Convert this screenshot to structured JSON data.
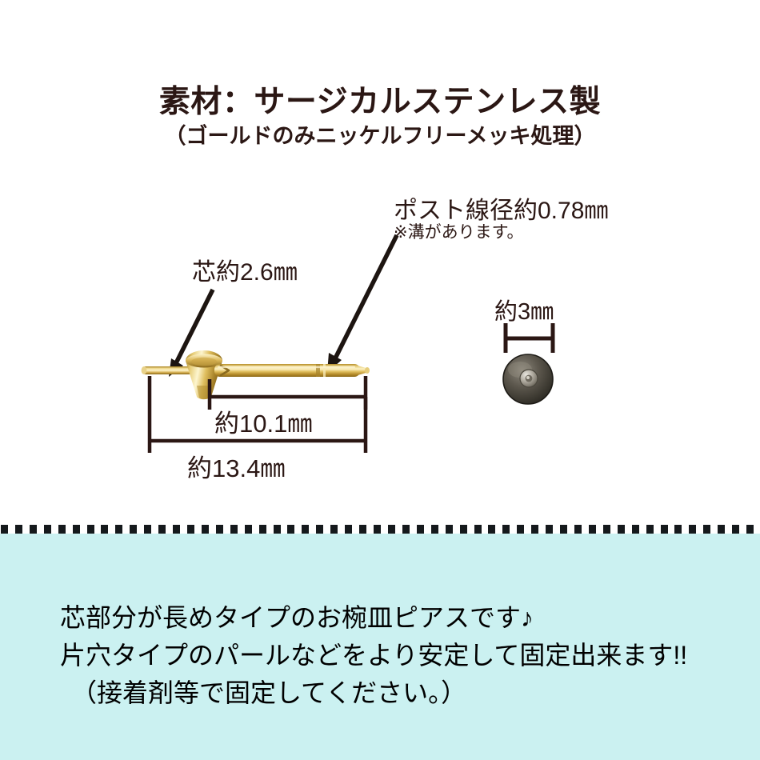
{
  "header": {
    "title": "素材：サージカルステンレス製",
    "subtitle": "（ゴールドのみニッケルフリーメッキ処理）"
  },
  "diagram": {
    "labels": {
      "post_diameter": "ポスト線径約0.78㎜",
      "post_note": "※溝があります。",
      "core_length": "芯約2.6㎜",
      "back_diameter": "約3㎜",
      "post_length": "約10.1㎜",
      "total_length": "約13.4㎜"
    },
    "parts": {
      "earring_post_name": "earring-post-with-cup",
      "earring_back_name": "earring-back-disc"
    },
    "colors": {
      "gold_light": "#f6e2a4",
      "gold_mid": "#d4ab45",
      "gold_dark": "#9c7a23",
      "metal_light": "#cfcfc9",
      "metal_mid": "#7a756c",
      "metal_dark": "#3a372f",
      "line": "#2b1714"
    }
  },
  "divider": {
    "dot_color": "#15191c",
    "dot_count": 53
  },
  "description": {
    "background": "#cbf1f1",
    "lines": [
      "芯部分が長めタイプのお椀皿ピアスです♪",
      "片穴タイプのパールなどをより安定して固定出来ます!!",
      "（接着剤等で固定してください。）"
    ]
  }
}
